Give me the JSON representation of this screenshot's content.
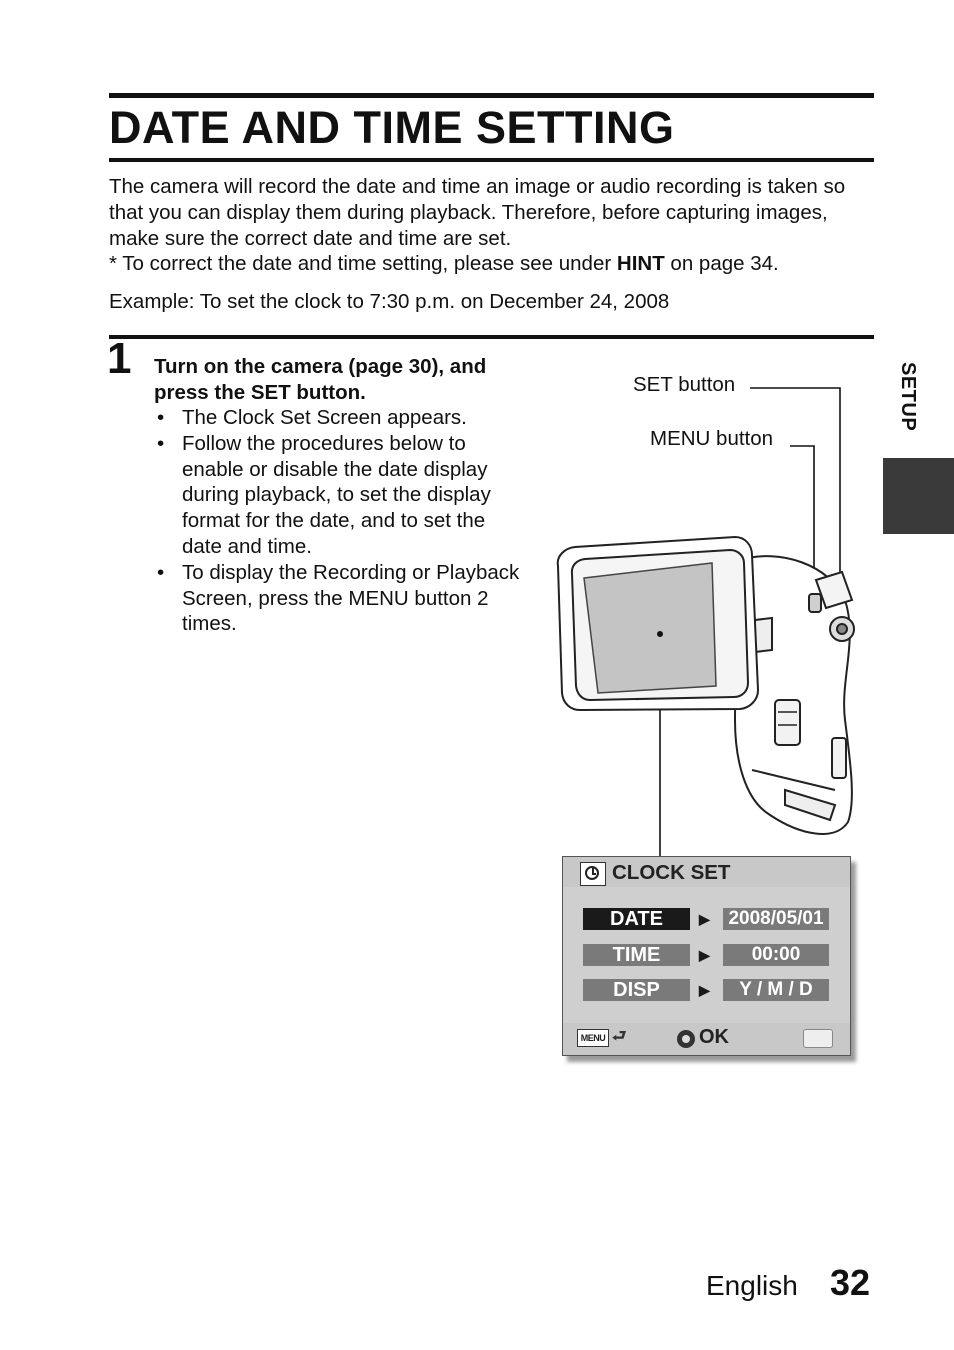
{
  "title": "DATE AND TIME SETTING",
  "intro": {
    "paragraph": "The camera will record the date and time an image or audio recording is taken so that you can display them during playback. Therefore, before capturing images, make sure the correct date and time are set.",
    "note_prefix": "* To correct the date and time setting, please see under ",
    "note_bold": "HINT",
    "note_suffix": " on page 34.",
    "example": "Example: To set the clock to 7:30 p.m. on December 24, 2008"
  },
  "step": {
    "number": "1",
    "heading": "Turn on the camera (page 30), and press the SET button.",
    "bullets": [
      "The Clock Set Screen appears.",
      "Follow the procedures below to enable or disable the date display during playback, to set the display format for the date, and to set the date and time.",
      "To display the Recording or Playback Screen, press the MENU button 2 times."
    ]
  },
  "callouts": {
    "set_button": "SET button",
    "menu_button": "MENU button"
  },
  "side_tab": "SETUP",
  "clock_screen": {
    "title": "CLOCK SET",
    "rows": [
      {
        "label": "DATE",
        "value": "2008/05/01"
      },
      {
        "label": "TIME",
        "value": "00:00"
      },
      {
        "label": "DISP",
        "value": "Y / M / D"
      }
    ],
    "menu_icon_text": "MENU",
    "ok_label": "OK",
    "arrow_glyph": "▶",
    "return_glyph": "⮐"
  },
  "footer": {
    "language": "English",
    "page_number": "32"
  }
}
